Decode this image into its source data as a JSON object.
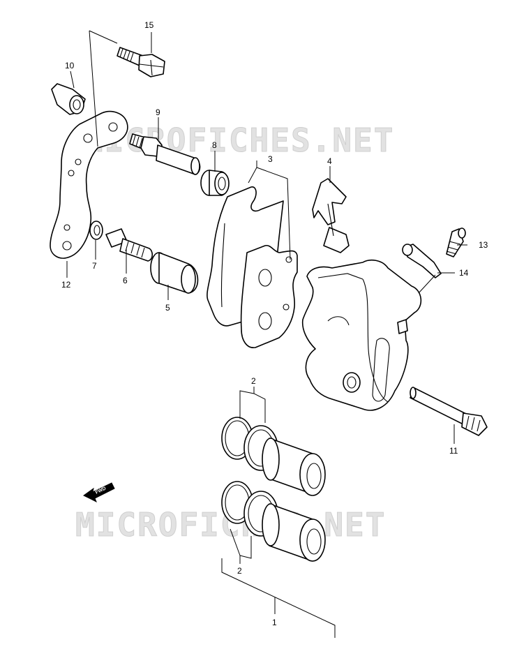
{
  "watermarks": [
    "MICROFICHES.NET",
    "MICROFICHES.NET"
  ],
  "direction_arrow": {
    "label": "FWD",
    "icon": "forward-direction-arrow-icon"
  },
  "callouts": {
    "c1": "1",
    "c2a": "2",
    "c2b": "2",
    "c3": "3",
    "c4": "4",
    "c5": "5",
    "c6": "6",
    "c7": "7",
    "c8": "8",
    "c9": "9",
    "c10": "10",
    "c11": "11",
    "c12": "12",
    "c13": "13",
    "c14": "14",
    "c15": "15"
  },
  "colors": {
    "line": "#000000",
    "background": "#ffffff",
    "watermark": "#e2e2e2"
  }
}
